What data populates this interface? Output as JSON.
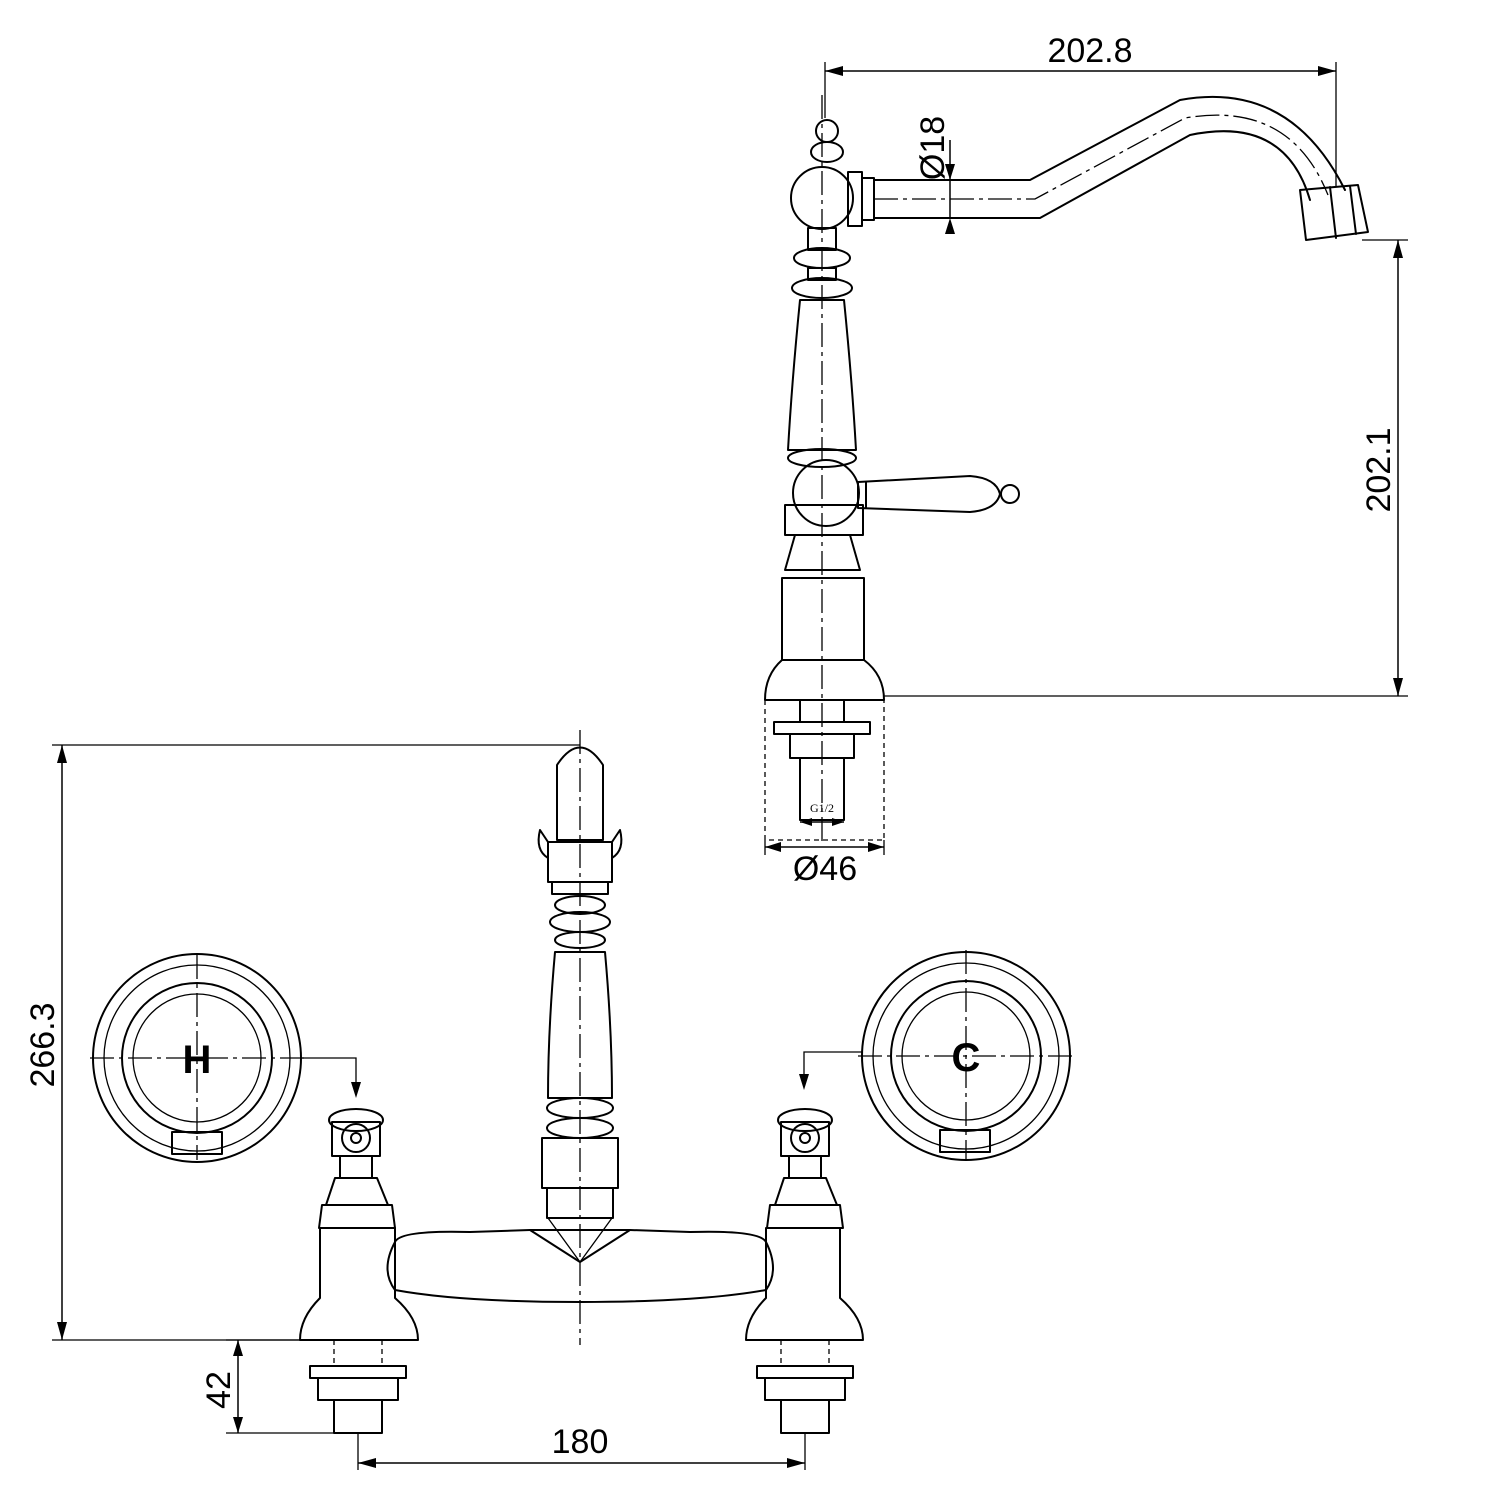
{
  "drawing": {
    "side_view": {
      "spout_reach": "202.8",
      "spout_diameter": "Ø18",
      "spout_height": "202.1",
      "base_diameter": "Ø46",
      "thread": "G1/2"
    },
    "front_view": {
      "overall_height": "266.3",
      "shank_length": "42",
      "centres": "180",
      "hot_label": "H",
      "cold_label": "C"
    }
  }
}
